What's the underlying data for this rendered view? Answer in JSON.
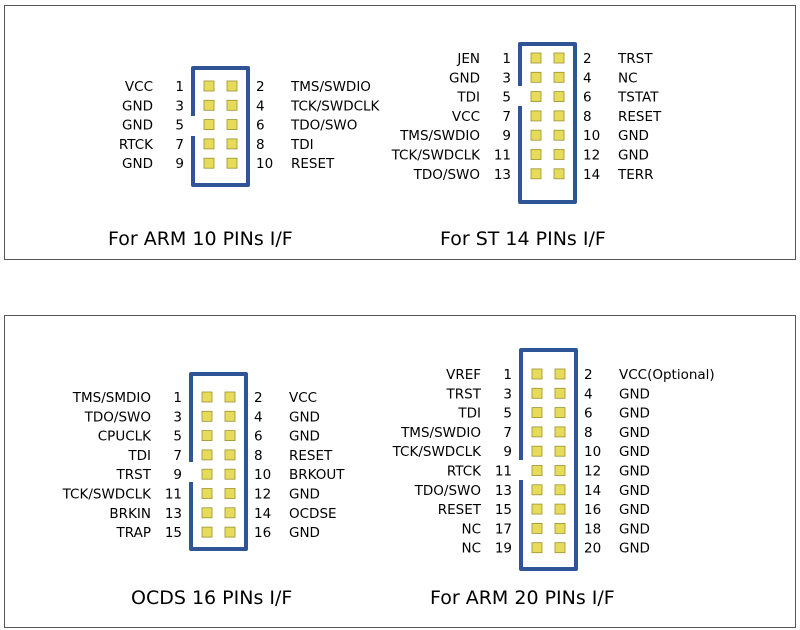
{
  "connectors": [
    {
      "id": "arm10",
      "title": "For ARM 10 PINs I/F",
      "pins": [
        {
          "left_num": "1",
          "left_label": "VCC",
          "right_num": "2",
          "right_label": "TMS/SWDIO"
        },
        {
          "left_num": "3",
          "left_label": "GND",
          "right_num": "4",
          "right_label": "TCK/SWDCLK"
        },
        {
          "left_num": "5",
          "left_label": "GND",
          "right_num": "6",
          "right_label": "TDO/SWO"
        },
        {
          "left_num": "7",
          "left_label": "RTCK",
          "right_num": "8",
          "right_label": "TDI"
        },
        {
          "left_num": "9",
          "left_label": "GND",
          "right_num": "10",
          "right_label": "RESET"
        }
      ]
    },
    {
      "id": "st14",
      "title": "For ST 14 PINs I/F",
      "pins": [
        {
          "left_num": "1",
          "left_label": "JEN",
          "right_num": "2",
          "right_label": "TRST"
        },
        {
          "left_num": "3",
          "left_label": "GND",
          "right_num": "4",
          "right_label": "NC"
        },
        {
          "left_num": "5",
          "left_label": "TDI",
          "right_num": "6",
          "right_label": "TSTAT"
        },
        {
          "left_num": "7",
          "left_label": "VCC",
          "right_num": "8",
          "right_label": "RESET"
        },
        {
          "left_num": "9",
          "left_label": "TMS/SWDIO",
          "right_num": "10",
          "right_label": "GND"
        },
        {
          "left_num": "11",
          "left_label": "TCK/SWDCLK",
          "right_num": "12",
          "right_label": "GND"
        },
        {
          "left_num": "13",
          "left_label": "TDO/SWO",
          "right_num": "14",
          "right_label": "TERR"
        }
      ]
    },
    {
      "id": "ocds16",
      "title": "OCDS 16 PINs I/F",
      "pins": [
        {
          "left_num": "1",
          "left_label": "TMS/SMDIO",
          "right_num": "2",
          "right_label": "VCC"
        },
        {
          "left_num": "3",
          "left_label": "TDO/SWO",
          "right_num": "4",
          "right_label": "GND"
        },
        {
          "left_num": "5",
          "left_label": "CPUCLK",
          "right_num": "6",
          "right_label": "GND"
        },
        {
          "left_num": "7",
          "left_label": "TDI",
          "right_num": "8",
          "right_label": "RESET"
        },
        {
          "left_num": "9",
          "left_label": "TRST",
          "right_num": "10",
          "right_label": "BRKOUT"
        },
        {
          "left_num": "11",
          "left_label": "TCK/SWDCLK",
          "right_num": "12",
          "right_label": "GND"
        },
        {
          "left_num": "13",
          "left_label": "BRKIN",
          "right_num": "14",
          "right_label": "OCDSE"
        },
        {
          "left_num": "15",
          "left_label": "TRAP",
          "right_num": "16",
          "right_label": "GND"
        }
      ]
    },
    {
      "id": "arm20",
      "title": "For ARM 20 PINs I/F",
      "pins": [
        {
          "left_num": "1",
          "left_label": "VREF",
          "right_num": "2",
          "right_label": "VCC(Optional)"
        },
        {
          "left_num": "3",
          "left_label": "TRST",
          "right_num": "4",
          "right_label": "GND"
        },
        {
          "left_num": "5",
          "left_label": "TDI",
          "right_num": "6",
          "right_label": "GND"
        },
        {
          "left_num": "7",
          "left_label": "TMS/SWDIO",
          "right_num": "8",
          "right_label": "GND"
        },
        {
          "left_num": "9",
          "left_label": "TCK/SWDCLK",
          "right_num": "10",
          "right_label": "GND"
        },
        {
          "left_num": "11",
          "left_label": "RTCK",
          "right_num": "12",
          "right_label": "GND"
        },
        {
          "left_num": "13",
          "left_label": "TDO/SWO",
          "right_num": "14",
          "right_label": "GND"
        },
        {
          "left_num": "15",
          "left_label": "RESET",
          "right_num": "16",
          "right_label": "GND"
        },
        {
          "left_num": "17",
          "left_label": "NC",
          "right_num": "18",
          "right_label": "GND"
        },
        {
          "left_num": "19",
          "left_label": "NC",
          "right_num": "20",
          "right_label": "GND"
        }
      ]
    }
  ],
  "colors": {
    "header_outline": "#2f5597",
    "pin_fill": "#e6dc5a",
    "pin_stroke": "#9a9230",
    "panel_border": "#555555"
  }
}
